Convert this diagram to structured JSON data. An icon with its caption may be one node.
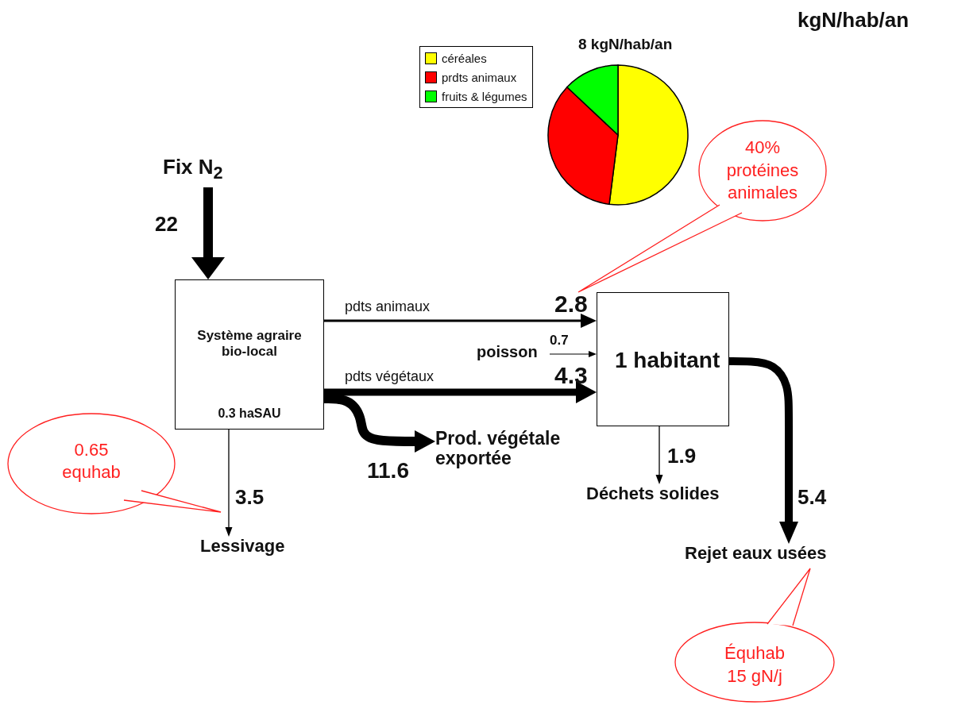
{
  "diagram": {
    "nodes": [
      {
        "text": [
          "Fix N$_{2}$"
        ]
      },
      {
        "text": [
          "Système agraire bio-local",
          "0.3 haSAU"
        ]
      },
      {
        "text": [
          "1 habitant"
        ]
      },
      {
        "text": [
          "poisson"
        ]
      },
      {
        "text": [
          "Prod. végétale exportée"
        ]
      },
      {
        "text": [
          "Lessivage"
        ]
      },
      {
        "text": [
          "Déchets solides"
        ]
      },
      {
        "text": [
          "Rejet eaux usées"
        ]
      },
      {
        "text": [
          "40% protéines animales"
        ]
      },
      {
        "text": [
          "0.65 equhab"
        ]
      },
      {
        "text": [
          "Équhab 15 gN/j"
        ]
      }
    ],
    "edges": [
      {
        "from": 0,
        "to": 1,
        "arrow": "to",
        "label": "22",
        "style": "thick"
      },
      {
        "from": 1,
        "to": 2,
        "arrow": "to",
        "label": "pdts animaux"
      },
      {
        "from": 3,
        "to": 2,
        "arrow": "to",
        "label": "0.7"
      },
      {
        "from": 1,
        "to": 2,
        "arrow": "to",
        "label": "pdts végétaux",
        "style": "thick"
      },
      {
        "from": 1,
        "to": 4,
        "arrow": "to",
        "label": "11.6",
        "style": "thick"
      },
      {
        "from": 1,
        "to": 5,
        "arrow": "to",
        "label": "3.5"
      },
      {
        "from": 2,
        "to": 6,
        "arrow": "to",
        "label": "1.9"
      },
      {
        "from": 2,
        "to": 7,
        "arrow": "to",
        "label": "5.4",
        "style": "thick"
      }
    ],
    "labels": [
      "kgN/hab/an",
      "8 kgN/hab/an",
      "2.8",
      "4.3"
    ],
    "legend": [
      {
        "text": "céréales",
        "color": "#ffff00"
      },
      {
        "text": "prdts animaux",
        "color": "#ff0000"
      },
      {
        "text": "fruits & légumes",
        "color": "#00ff00"
      }
    ]
  }
}
